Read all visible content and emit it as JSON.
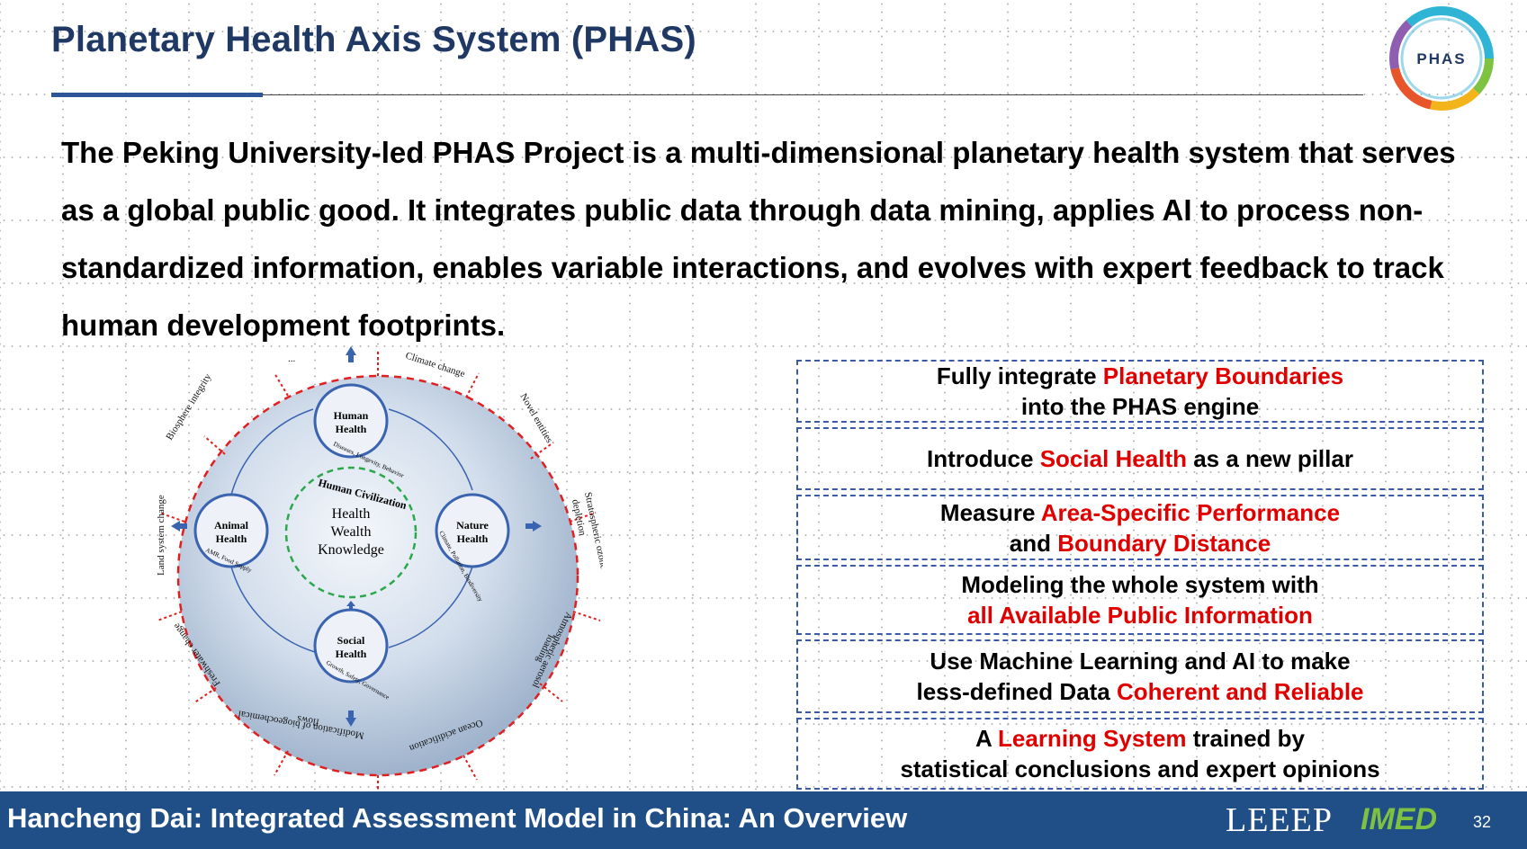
{
  "slide": {
    "title": "Planetary Health Axis System (PHAS)",
    "logo_text": "PHAS",
    "intro": "The Peking University-led PHAS Project is a multi-dimensional planetary health system that serves as a global public good. It integrates public data through data mining, applies AI to process non-standardized information, enables variable interactions, and evolves with expert feedback to track human development footprints."
  },
  "diagram": {
    "outer_labels": {
      "top_dots": "...",
      "climate": "Climate change",
      "novel": "Novel entities",
      "strat1": "Stratospheric ozone",
      "strat2": "depletion",
      "aerosol1": "Atmospheric aerosol",
      "aerosol2": "loading",
      "ocean": "Ocean acidification",
      "bio1": "Modification of biogeochemical",
      "bio2": "flows",
      "fresh": "Freshwater change",
      "land": "Land system change",
      "biosphere": "Biosphere integrity"
    },
    "human": {
      "l1": "Human",
      "l2": "Health",
      "sub": "Diseases, Longevity, Behavior"
    },
    "animal": {
      "l1": "Animal",
      "l2": "Health",
      "sub": "AMR, Food Supply"
    },
    "nature": {
      "l1": "Nature",
      "l2": "Health",
      "sub": "Climate, Pollution, Biodiversity"
    },
    "social": {
      "l1": "Social",
      "l2": "Health",
      "sub": "Growth, Safety, Governance"
    },
    "center": {
      "arc": "Human Civilization",
      "l1": "Health",
      "l2": "Wealth",
      "l3": "Knowledge"
    }
  },
  "boxes": [
    {
      "pre": "Fully integrate ",
      "hl": "Planetary Boundaries",
      "post": "",
      "line2_pre": "into the PHAS engine",
      "line2_hl": "",
      "line2_post": ""
    },
    {
      "pre": "Introduce ",
      "hl": "Social Health",
      "post": " as a new pillar",
      "line2_pre": "",
      "line2_hl": "",
      "line2_post": ""
    },
    {
      "pre": "Measure ",
      "hl": "Area-Specific Performance",
      "post": "",
      "line2_pre": "and ",
      "line2_hl": "Boundary Distance",
      "line2_post": ""
    },
    {
      "pre": "Modeling the whole system with",
      "hl": "",
      "post": "",
      "line2_pre": "",
      "line2_hl": "all Available Public Information",
      "line2_post": ""
    },
    {
      "pre": "Use Machine Learning and AI to make",
      "hl": "",
      "post": "",
      "line2_pre": "less-defined Data ",
      "line2_hl": "Coherent and Reliable",
      "line2_post": ""
    },
    {
      "pre": "A ",
      "hl": "Learning System",
      "post": " trained by",
      "line2_pre": "statistical conclusions and expert opinions",
      "line2_hl": "",
      "line2_post": ""
    }
  ],
  "footer": {
    "text": "Hancheng Dai: Integrated Assessment Model in China: An Overview",
    "leeep": "LEEEP",
    "imed": "IMED",
    "page": "32"
  },
  "colors": {
    "title": "#1f3864",
    "accent_red": "#e00000",
    "footer_bg": "#1f4f86",
    "box_border": "#3a5aa8"
  }
}
